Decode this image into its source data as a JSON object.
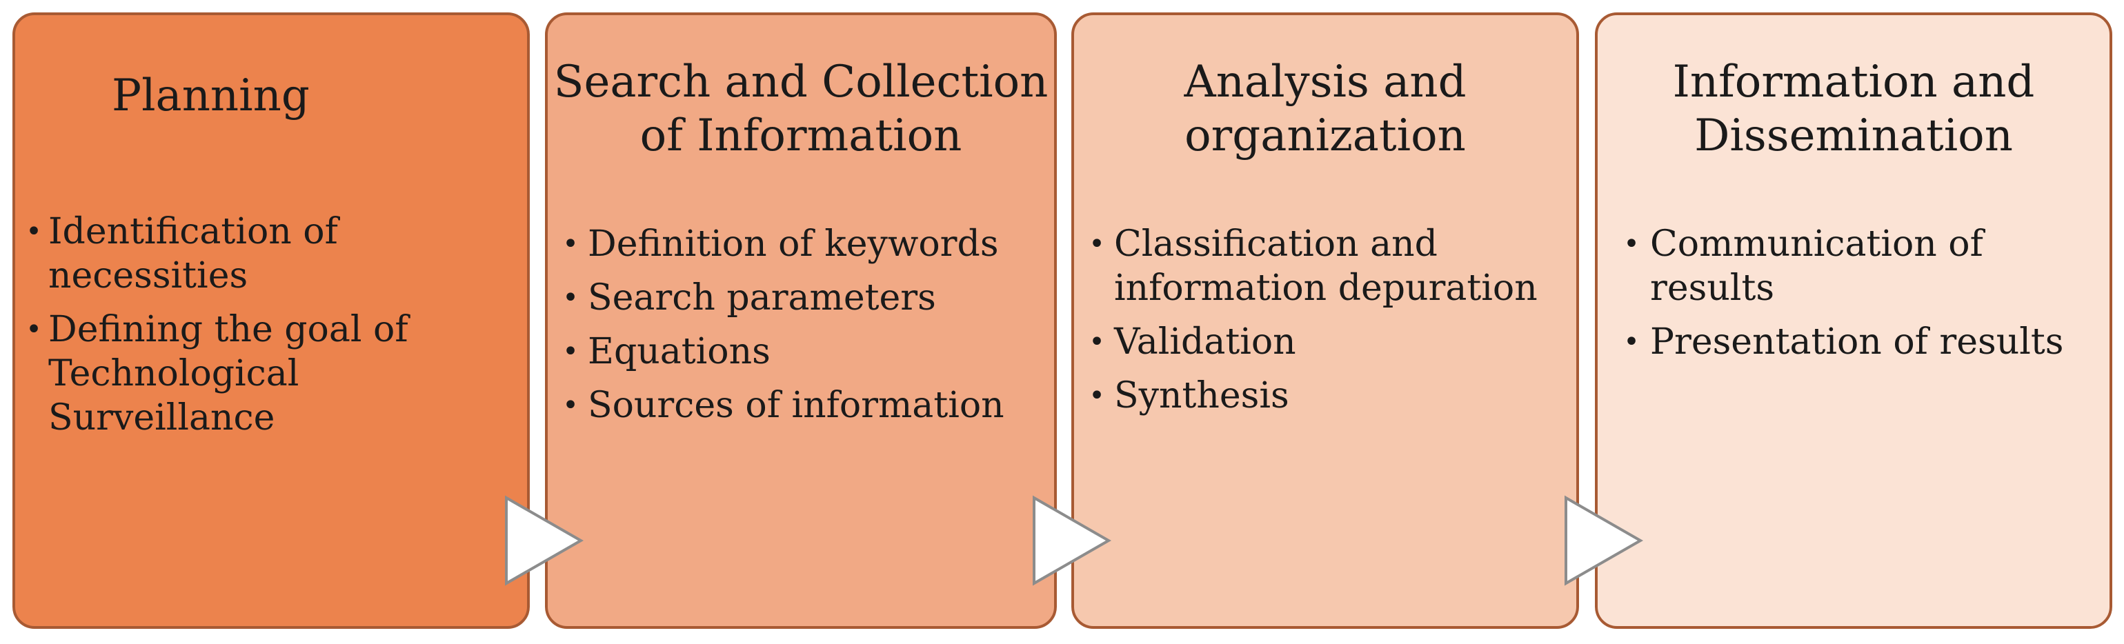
{
  "stages": [
    {
      "title": "Planning",
      "items": [
        "Identification of necessities",
        "Defining the goal of Technological Surveillance"
      ]
    },
    {
      "title": "Search and Collection of Information",
      "items": [
        "Definition of keywords",
        "Search parameters",
        "Equations",
        "Sources of information"
      ]
    },
    {
      "title": "Analysis and organization",
      "items": [
        "Classification and information depuration",
        "Validation",
        "Synthesis"
      ]
    },
    {
      "title": "Information and Dissemination",
      "items": [
        "Communication of results",
        "Presentation of results"
      ]
    }
  ],
  "bullet_symbol": "•",
  "colors": {
    "stage_1_fill": "#ec834d",
    "stage_2_fill": "#f1a985",
    "stage_3_fill": "#f6c8ae",
    "stage_4_fill": "#fbe3d5",
    "stage_border": "#a85a33",
    "arrow_fill": "#ffffff",
    "arrow_stroke": "#8c8c8c"
  }
}
